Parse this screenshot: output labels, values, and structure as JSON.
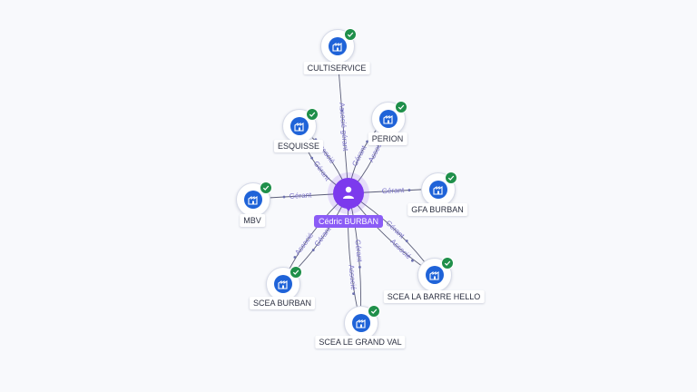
{
  "center": {
    "name": "Cédric BURBAN",
    "icon": "person-icon",
    "color": "#7c3aed"
  },
  "nodes": [
    {
      "id": "cultiservice",
      "label": "CULTISERVICE",
      "icon": "company-icon",
      "verified": true
    },
    {
      "id": "esquisse",
      "label": "ESQUISSE",
      "icon": "company-icon",
      "verified": true
    },
    {
      "id": "perion",
      "label": "PERION",
      "icon": "company-icon",
      "verified": true
    },
    {
      "id": "mbv",
      "label": "MBV",
      "icon": "company-icon",
      "verified": true
    },
    {
      "id": "gfa-burban",
      "label": "GFA BURBAN",
      "icon": "company-icon",
      "verified": true
    },
    {
      "id": "scea-burban",
      "label": "SCEA BURBAN",
      "icon": "company-icon",
      "verified": true
    },
    {
      "id": "scea-la-barre-hello",
      "label": "SCEA LA BARRE HELLO",
      "icon": "company-icon",
      "verified": true
    },
    {
      "id": "scea-le-grand-val",
      "label": "SCEA LE GRAND VAL",
      "icon": "company-icon",
      "verified": true
    }
  ],
  "edges": [
    {
      "to": "cultiservice",
      "label": "Associé-gérant"
    },
    {
      "to": "esquisse",
      "label": "Gérant"
    },
    {
      "to": "esquisse",
      "label": "Associé"
    },
    {
      "to": "perion",
      "label": "Gérant"
    },
    {
      "to": "perion",
      "label": "Associé"
    },
    {
      "to": "mbv",
      "label": "Gérant"
    },
    {
      "to": "gfa-burban",
      "label": "Gérant"
    },
    {
      "to": "scea-burban",
      "label": "Gérant"
    },
    {
      "to": "scea-burban",
      "label": "Associé"
    },
    {
      "to": "scea-la-barre-hello",
      "label": "Gérant"
    },
    {
      "to": "scea-la-barre-hello",
      "label": "Associé"
    },
    {
      "to": "scea-le-grand-val",
      "label": "Gérant"
    },
    {
      "to": "scea-le-grand-val",
      "label": "Associé"
    }
  ],
  "colors": {
    "company": "#1f63d8",
    "verified": "#1f8f4a",
    "edge_label": "#7a72c9"
  }
}
